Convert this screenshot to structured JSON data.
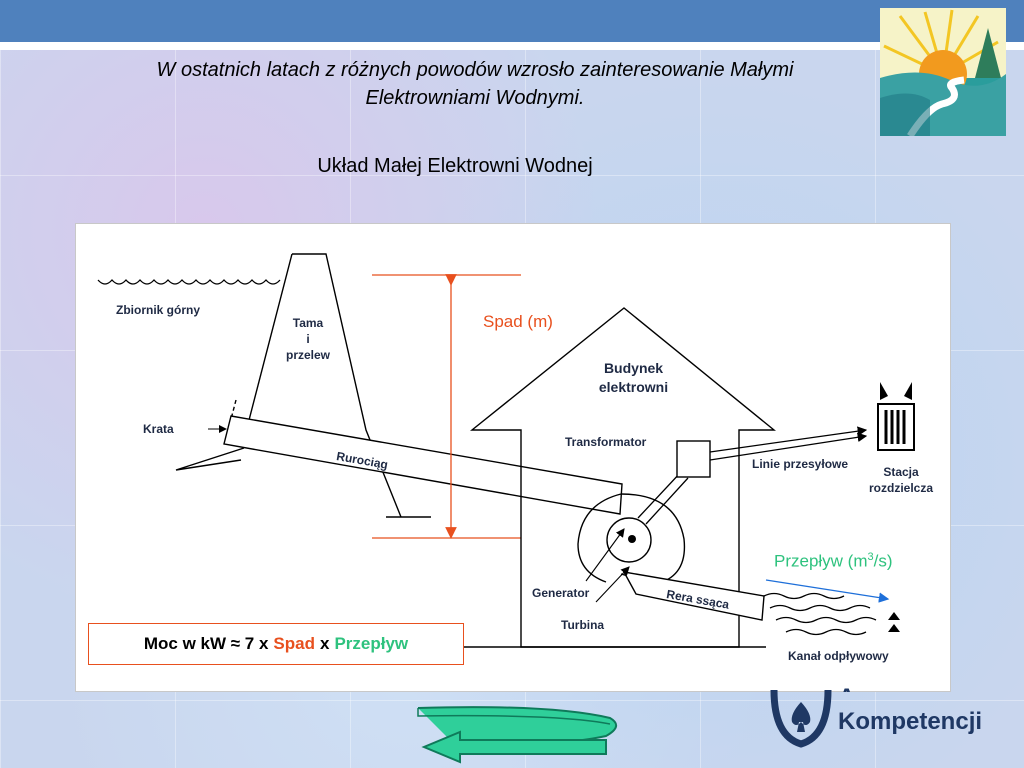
{
  "title": "W ostatnich latach z różnych powodów wzrosło zainteresowanie Małymi Elektrowniami Wodnymi.",
  "subtitle": "Układ Małej Elektrowni Wodnej",
  "diagram": {
    "zbiornik": "Zbiornik górny",
    "tama": [
      "Tama",
      "i",
      "przelew"
    ],
    "krata": "Krata",
    "rurociag": "Rurociąg",
    "spad": "Spad (m)",
    "budynek": [
      "Budynek",
      "elektrowni"
    ],
    "transformator": "Transformator",
    "linie": "Linie przesyłowe",
    "stacja": [
      "Stacja",
      "rozdzielcza"
    ],
    "przeplyw_prefix": "Przepływ (m",
    "przeplyw_sup": "3",
    "przeplyw_suffix": "/s)",
    "generator": "Generator",
    "turbina": "Turbina",
    "rera": "Rera ssąca",
    "kanal": "Kanał odpływowy"
  },
  "formula": {
    "prefix": "Moc w kW ≈ 7 x",
    "spad": "Spad",
    "x": "x",
    "przeplyw": "Przepływ"
  },
  "brand": {
    "line1": "As",
    "line2": "Kompetencji"
  },
  "colors": {
    "topbar": "#4f81bd",
    "accent_orange": "#e8501e",
    "accent_green": "#2ec27e",
    "accent_blue": "#1e6fd9",
    "brand_navy": "#1f3864"
  }
}
